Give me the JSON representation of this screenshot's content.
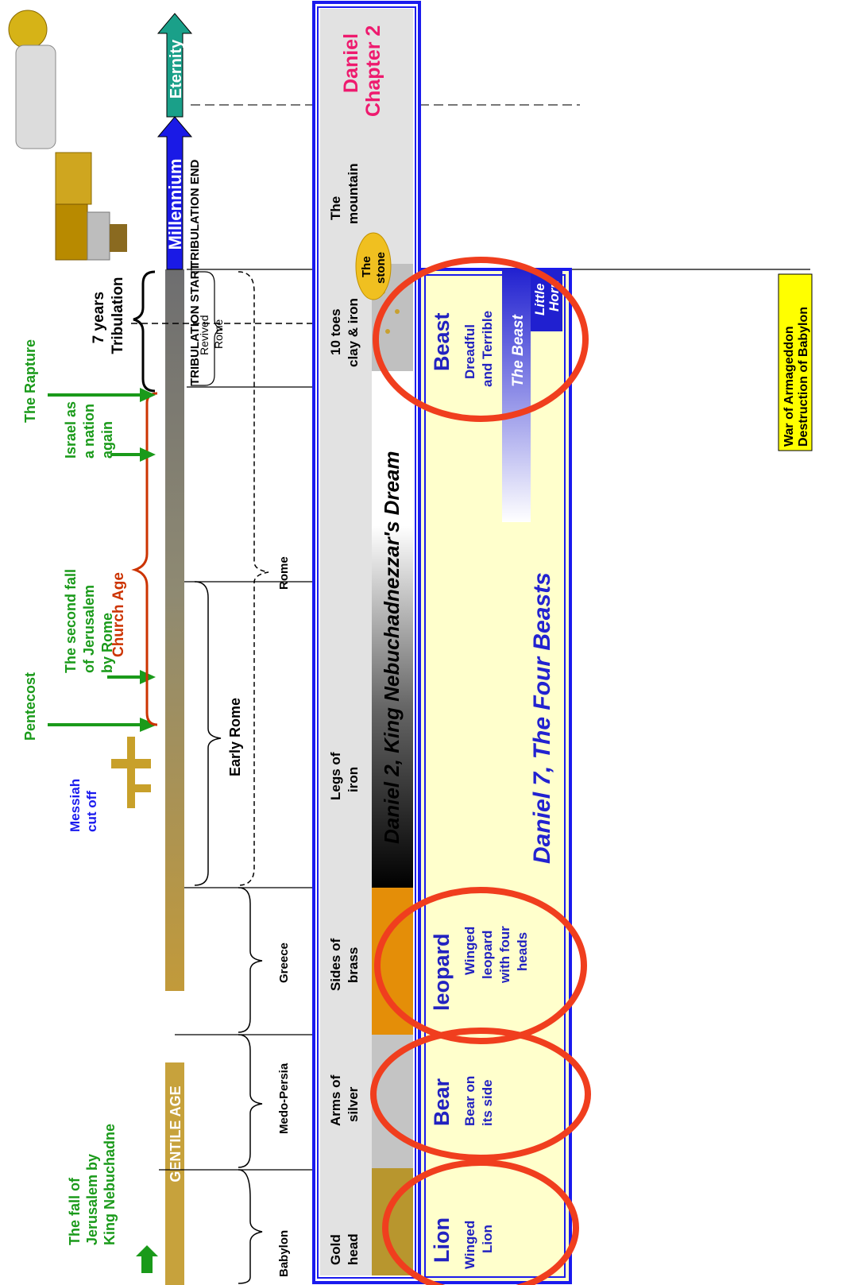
{
  "timeline": {
    "gentile_age": "GENTILE AGE",
    "millennium": "Millennium",
    "eternity": "Eternity",
    "tribulation_end": "TRIBULATION END",
    "tribulation_start": "TRIBULATION START",
    "seven_years": [
      "7 years",
      "Tribulation"
    ],
    "church_age": "Church Age"
  },
  "events": {
    "fall_babylon": [
      "The fall of",
      "Jerusalem by",
      "King Nebuchadne"
    ],
    "messiah": [
      "Messiah",
      "cut off"
    ],
    "pentecost": "Pentecost",
    "second_fall": [
      "The second fall",
      "of Jerusalem",
      "by Rome"
    ],
    "israel": [
      "Israel as",
      "a nation",
      "again"
    ],
    "rapture": "The Rapture"
  },
  "empires": {
    "babylon": "Babylon",
    "medo_persia": "Medo-Persia",
    "greece": "Greece",
    "early_rome": "Early Rome",
    "rome": "Rome",
    "revived_rome": [
      "Revived",
      "Rome"
    ]
  },
  "daniel2": {
    "header": [
      "Daniel",
      "Chapter 2"
    ],
    "title": "Daniel 2, King Nebuchadnezzar's Dream",
    "parts": {
      "gold": [
        "Gold",
        "head"
      ],
      "silver": [
        "Arms of",
        "silver"
      ],
      "brass": [
        "Sides of",
        "brass"
      ],
      "iron": [
        "Legs of",
        "iron"
      ],
      "toes": [
        "10 toes",
        "clay & iron"
      ],
      "stone": [
        "The",
        "stone"
      ],
      "mountain": [
        "The",
        "mountain"
      ]
    }
  },
  "daniel7": {
    "title": "Daniel 7, The Four Beasts",
    "beasts": {
      "lion": {
        "name": "Lion",
        "desc": [
          "Winged",
          "Lion"
        ]
      },
      "bear": {
        "name": "Bear",
        "desc": [
          "Bear on",
          "its side"
        ]
      },
      "leopard": {
        "name": "leopard",
        "desc": [
          "Winged",
          "leopard",
          "with four",
          "heads"
        ]
      },
      "beast": {
        "name": "Beast",
        "desc": [
          "Dreadful",
          "and Terrible"
        ]
      }
    },
    "the_beast": "The Beast",
    "little_horn": [
      "Little",
      "Horn"
    ]
  },
  "note": [
    "War of Armageddon",
    "Destruction of Babylon"
  ],
  "colors": {
    "green_text": "#1a9a1a",
    "blue_text": "#1a1aee",
    "orange_brace": "#cc3300",
    "highlight_ellipse": "#f03e1e",
    "frame_blue": "#1a1aee",
    "band_yellow": "#ffffcc",
    "note_yellow": "#ffff00",
    "pink_header": "#ee1a6e",
    "gold": "#c8a02a"
  }
}
